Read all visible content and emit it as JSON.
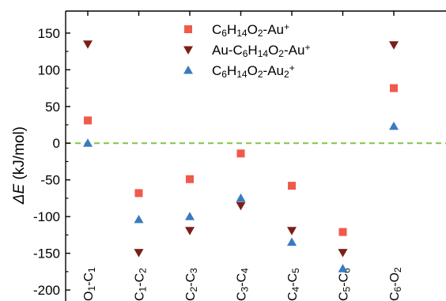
{
  "chart_data": {
    "type": "scatter",
    "categories": [
      {
        "a": "O",
        "as": "1",
        "b": "C",
        "bs": "1"
      },
      {
        "a": "C",
        "as": "1",
        "b": "C",
        "bs": "2"
      },
      {
        "a": "C",
        "as": "2",
        "b": "C",
        "bs": "3"
      },
      {
        "a": "C",
        "as": "3",
        "b": "C",
        "bs": "4"
      },
      {
        "a": "C",
        "as": "4",
        "b": "C",
        "bs": "5"
      },
      {
        "a": "C",
        "as": "5",
        "b": "C",
        "bs": "6"
      },
      {
        "a": "C",
        "as": "6",
        "b": "O",
        "bs": "2"
      }
    ],
    "ylabel": {
      "italic": "ΔE",
      "rest": " (kJ/mol)"
    },
    "ylim": [
      -215,
      180
    ],
    "yticks": [
      150,
      100,
      50,
      0,
      -50,
      -100,
      -150,
      -200
    ],
    "zero_line": {
      "value": 0,
      "color": "#7ec544",
      "style": "dashed"
    },
    "legend_position": "top-center",
    "series": [
      {
        "name_parts": [
          [
            "C",
            ""
          ],
          [
            "6",
            "sub"
          ],
          [
            "H",
            ""
          ],
          [
            "14",
            "sub"
          ],
          [
            "O",
            ""
          ],
          [
            "2",
            "sub"
          ],
          [
            "-Au",
            ""
          ],
          [
            "+",
            "sup"
          ]
        ],
        "marker": "square",
        "color": "#ef5a4a",
        "values": [
          31,
          -68,
          -49,
          -14,
          -58,
          -121,
          75
        ]
      },
      {
        "name_parts": [
          [
            "Au-C",
            ""
          ],
          [
            "6",
            "sub"
          ],
          [
            "H",
            ""
          ],
          [
            "14",
            "sub"
          ],
          [
            "O",
            ""
          ],
          [
            "2",
            "sub"
          ],
          [
            "-Au",
            ""
          ],
          [
            "+",
            "sup"
          ]
        ],
        "marker": "triangle-down",
        "color": "#7b1f18",
        "values": [
          135,
          -149,
          -119,
          -85,
          -119,
          -149,
          134
        ]
      },
      {
        "name_parts": [
          [
            "C",
            ""
          ],
          [
            "6",
            "sub"
          ],
          [
            "H",
            ""
          ],
          [
            "14",
            "sub"
          ],
          [
            "O",
            ""
          ],
          [
            "2",
            "sub"
          ],
          [
            "-Au",
            ""
          ],
          [
            "2",
            "sub"
          ],
          [
            "+",
            "sup"
          ]
        ],
        "marker": "triangle-up",
        "color": "#3a7ac0",
        "values": [
          0,
          -104,
          -100,
          -75,
          -135,
          -171,
          23
        ]
      }
    ]
  }
}
